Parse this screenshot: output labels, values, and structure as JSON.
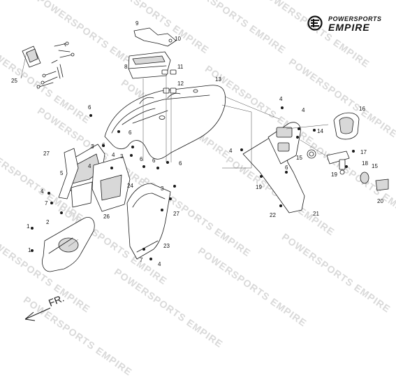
{
  "logo": {
    "line1": "POWERSPORTS",
    "line2": "EMPIRE"
  },
  "watermark": "POWERSPORTS EMPIRE",
  "direction_label": "FR.",
  "callouts": {
    "c1a": "1",
    "c1b": "1",
    "c2": "2",
    "c3a": "3",
    "c3b": "3",
    "c3c": "3",
    "c4a": "4",
    "c4b": "4",
    "c4c": "4",
    "c4d": "4",
    "c4e": "4",
    "c4f": "4",
    "c4g": "4",
    "c5": "5",
    "c6a": "6",
    "c6b": "6",
    "c6c": "6",
    "c6d": "6",
    "c6e": "6",
    "c6f": "6",
    "c6g": "6",
    "c7a": "7",
    "c7b": "7",
    "c8": "8",
    "c9": "9",
    "c10": "10",
    "c11": "11",
    "c12": "12",
    "c13": "13",
    "c14": "14",
    "c15a": "15",
    "c15b": "15",
    "c16": "16",
    "c17": "17",
    "c18": "18",
    "c19a": "19",
    "c19b": "19",
    "c20": "20",
    "c21": "21",
    "c22": "22",
    "c23": "23",
    "c24": "24",
    "c25": "25",
    "c26": "26",
    "c27a": "27",
    "c27b": "27"
  },
  "colors": {
    "line": "#1a1a1a",
    "fill": "#ffffff",
    "shade": "#d8d8d8",
    "watermark": "#d9d9d9"
  }
}
